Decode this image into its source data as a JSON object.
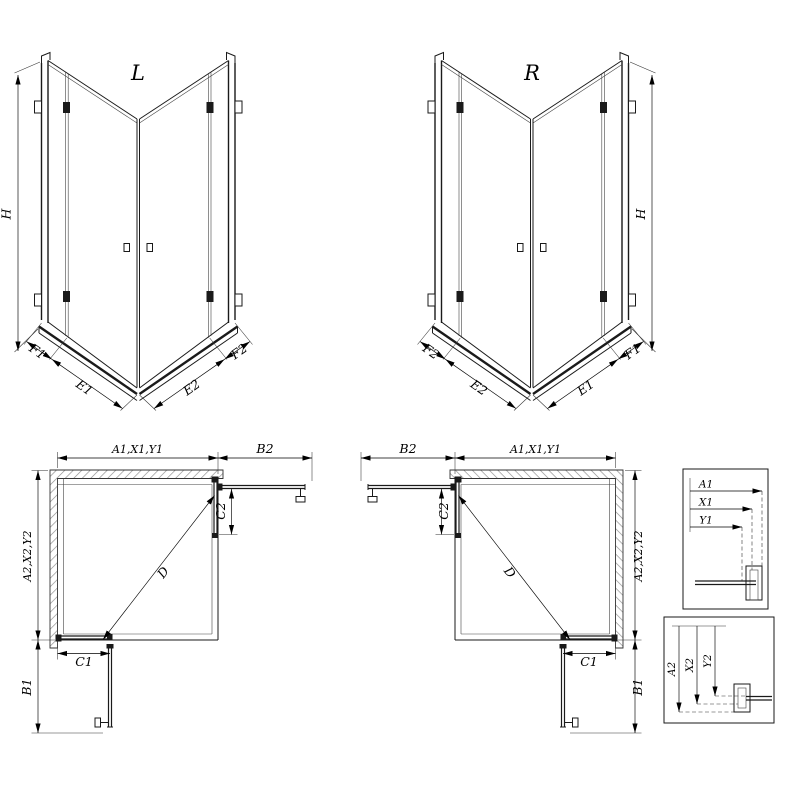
{
  "drawing": {
    "background": "#ffffff",
    "line_color": "#1a1a1a"
  },
  "iso_left": {
    "title": "L",
    "height_label": "H",
    "bottom_dims": {
      "f1": "F1",
      "e1": "E1",
      "e2": "E2",
      "f2": "F2"
    }
  },
  "iso_right": {
    "title": "R",
    "height_label": "H",
    "bottom_dims": {
      "f1": "F1",
      "e1": "E1",
      "e2": "E2",
      "f2": "F2"
    }
  },
  "plan_left": {
    "top_width_label": "A1,X1,Y1",
    "top_extension_label": "B2",
    "side_depth_label": "A2,X2,Y2",
    "side_extension_label": "B1",
    "fixed_bottom_label": "C1",
    "fixed_side_label": "C2",
    "diagonal_label": "D"
  },
  "plan_right": {
    "top_width_label": "A1,X1,Y1",
    "top_extension_label": "B2",
    "side_depth_label": "A2,X2,Y2",
    "side_extension_label": "B1",
    "fixed_bottom_label": "C1",
    "fixed_side_label": "C2",
    "diagonal_label": "D"
  },
  "detail_width": {
    "dims": [
      "A1",
      "X1",
      "Y1"
    ]
  },
  "detail_depth": {
    "dims": [
      "A2",
      "X2",
      "Y2"
    ]
  }
}
